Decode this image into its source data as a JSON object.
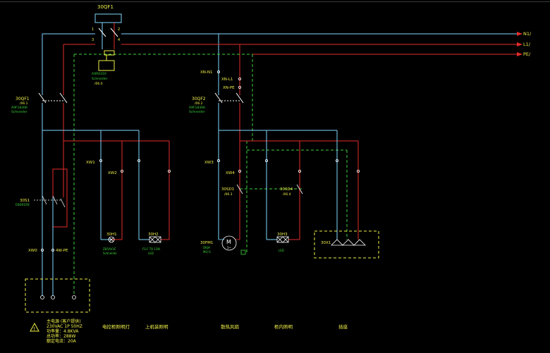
{
  "colors": {
    "background": "#000000",
    "neutral": "#7fd7ff",
    "live": "#e32b2b",
    "earth": "#3bd23b",
    "dashed_box": "#f0f04a",
    "label_yellow": "#f0f04a",
    "label_green": "#3bd23b",
    "arrow_red": "#e32b2b",
    "frame": "#ffffff"
  },
  "buses": {
    "n1": "N1/",
    "l1": "L1/",
    "pe": "PE/"
  },
  "main_breaker": {
    "tag": "30QF1",
    "pole1": "1",
    "pole2": "2",
    "pole3": "3",
    "pole4": "4",
    "note1": "AXR0310",
    "note2": "Schneider",
    "note3": "/06.0"
  },
  "breaker_left": {
    "tag": "30QF1",
    "sub1": "/06.1",
    "sub2": "A9F18306",
    "sub3": "Schneider"
  },
  "breaker_right": {
    "tag": "30QF2",
    "sub1": "/06.2",
    "sub2": "A9F18306",
    "sub3": "Schneider"
  },
  "terminals": {
    "xn_n1": "XN-N1",
    "xn_l1": "XN-L1",
    "xn_pe": "XN-PE",
    "w0": "XW0",
    "w0_pe": "4W-PE",
    "w1": "XW1",
    "w2": "XW2",
    "w3": "XW3",
    "w4": "XW4"
  },
  "switch": {
    "tag": "30S1",
    "sub": "E8001RE"
  },
  "loads": {
    "h1": "30H1",
    "h1_sub1": "ZB5AV3C",
    "h1_sub2": "Schneider",
    "h2": "30H2",
    "h2_sub1": "FS-F T8 12W",
    "h2_sub2": "LED",
    "m1": "30FM1",
    "m1_sub1": "DKJH",
    "m1_sub2": "MQ-S",
    "motor_symbol": "M",
    "motor_sub": "1~",
    "h3": "30H3",
    "h3_sub": "LED",
    "sd1": "30SD1",
    "sd1_sub": "/06.3",
    "sd4": "30SD4",
    "sd4_sub": "/06.4",
    "xs1": "30X1"
  },
  "note": {
    "l1": "主电源 (客户提供)",
    "l2": "230VAC 1P 50HZ",
    "l3": "功率量：4.8KVA",
    "l4": "总功率：288W",
    "l5": "额定电流：20A"
  },
  "captions": {
    "c1": "电控柜照明灯",
    "c2": "上机装照明",
    "c3": "散热风扇",
    "c4": "柜内照明",
    "c5": "插座"
  }
}
